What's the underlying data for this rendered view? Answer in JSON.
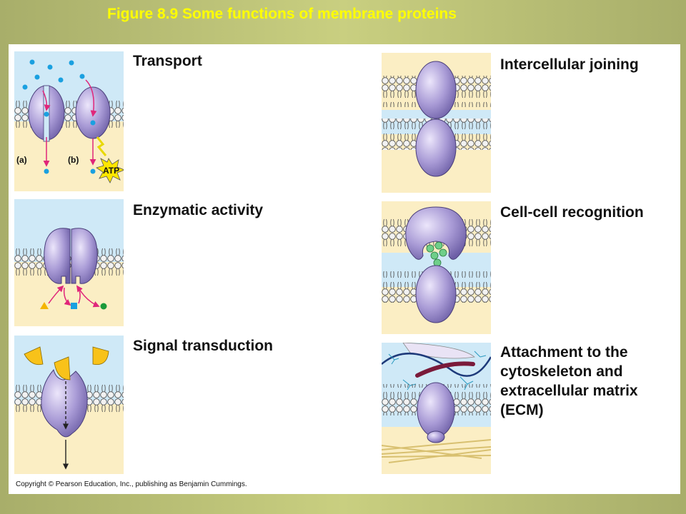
{
  "header": {
    "title": "Figure 8.9  Some functions of membrane proteins"
  },
  "functions": {
    "transport": "Transport",
    "enzymatic": "Enzymatic activity",
    "signal": "Signal transduction",
    "joining": "Intercellular joining",
    "recognition": "Cell-cell recognition",
    "attachment": [
      "Attachment to the",
      "cytoskeleton and",
      "extracellular matrix",
      "(ECM)"
    ]
  },
  "figure_labels": {
    "a": "(a)",
    "b": "(b)",
    "atp": "ATP"
  },
  "footer": {
    "copyright": "Copyright © Pearson Education, Inc., publishing as Benjamin Cummings."
  },
  "colors": {
    "title": "#ffff00",
    "extracellular": "#cfe9f7",
    "intracellular": "#fbeec4",
    "protein": "#a99bd6",
    "solute": "#1aa0e0",
    "arrow": "#e0267a"
  }
}
